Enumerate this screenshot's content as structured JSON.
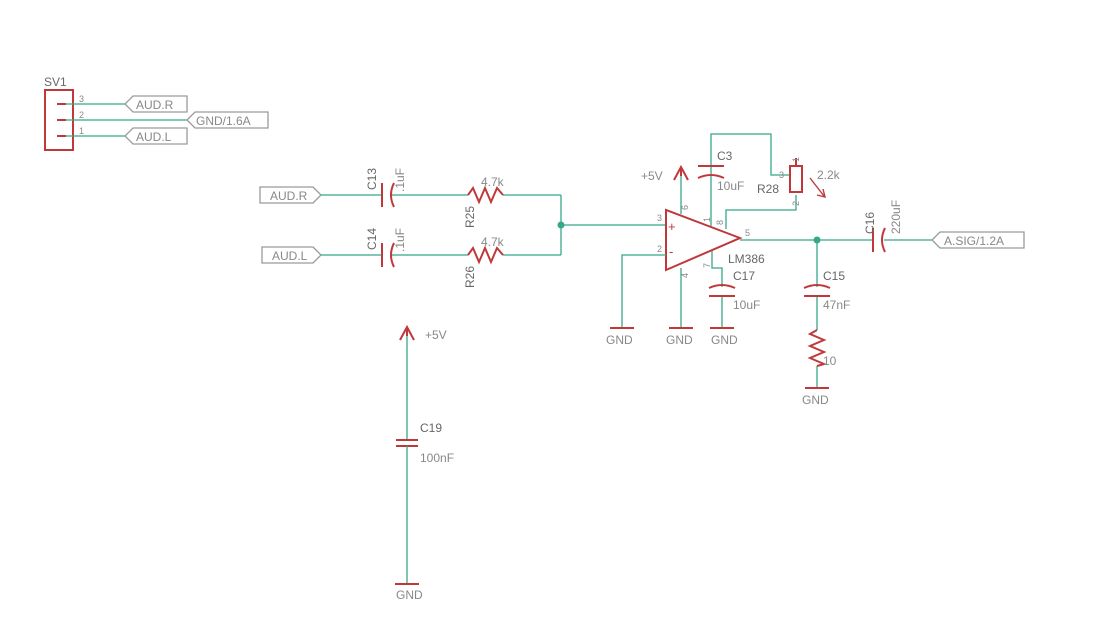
{
  "header": {
    "sv1": "SV1",
    "sv1_pins": [
      "3",
      "2",
      "1"
    ],
    "sv1_nets": [
      "AUD.R",
      "GND/1.6A",
      "AUD.L"
    ]
  },
  "nets": {
    "aud_r": "AUD.R",
    "aud_l": "AUD.L",
    "a_sig": "A.SIG/1.2A",
    "plus5v": "+5V",
    "gnd": "GND"
  },
  "components": {
    "c13": {
      "ref": "C13",
      "value": ".1uF"
    },
    "c14": {
      "ref": "C14",
      "value": ".1uF"
    },
    "r25": {
      "ref": "R25",
      "value": "4.7k"
    },
    "r26": {
      "ref": "R26",
      "value": "4.7k"
    },
    "c3": {
      "ref": "C3",
      "value": "10uF"
    },
    "r28": {
      "ref": "R28",
      "value": "2.2k"
    },
    "lm386": {
      "ref": "LM386"
    },
    "c17": {
      "ref": "C17",
      "value": "10uF"
    },
    "c15": {
      "ref": "C15",
      "value": "47nF"
    },
    "r10": {
      "value": "10"
    },
    "c16": {
      "ref": "C16",
      "value": "220uF"
    },
    "c19": {
      "ref": "C19",
      "value": "100nF"
    }
  },
  "pins": {
    "amp_in_plus": "3",
    "amp_in_minus": "2",
    "amp_v": "6",
    "amp_gnd": "4",
    "amp_out": "5",
    "amp_g1": "1",
    "amp_g8": "8",
    "amp_byp": "7",
    "pot_1": "1",
    "pot_2": "2",
    "pot_3": "3",
    "plus_sign": "+",
    "minus_sign": "-"
  }
}
